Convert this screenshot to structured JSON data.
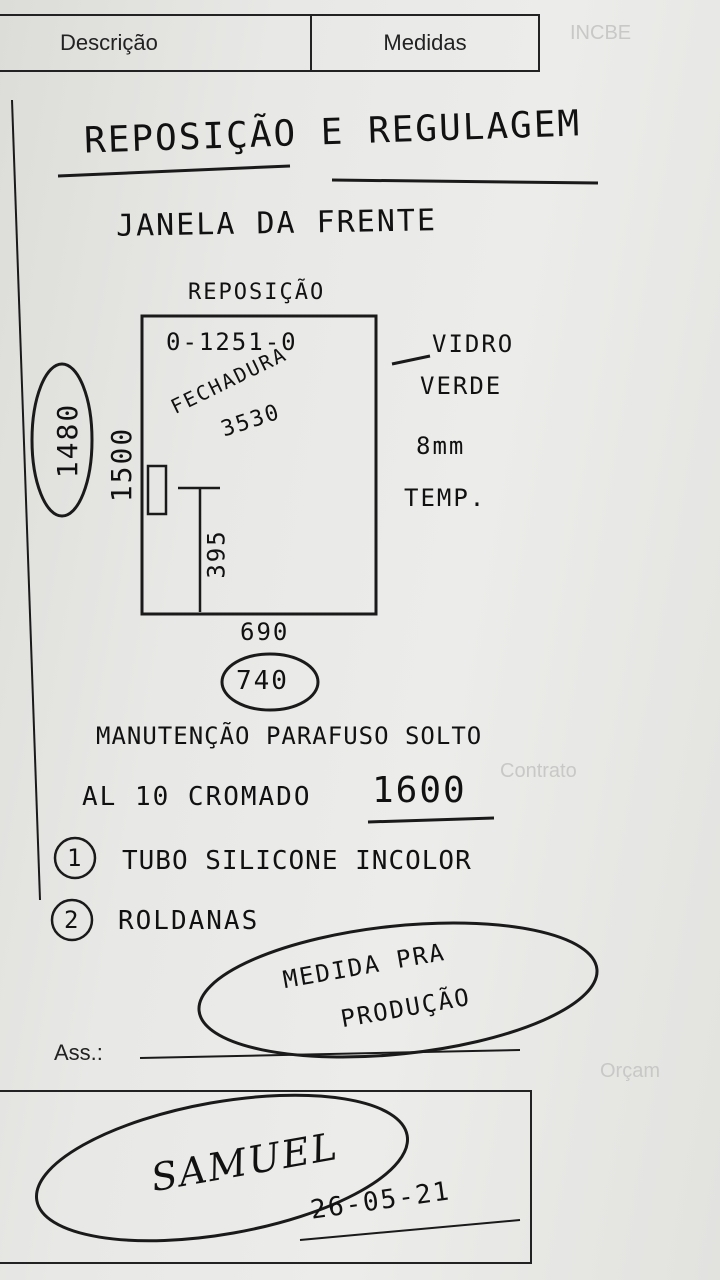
{
  "header": {
    "col_description": "Descrição",
    "col_measures": "Medidas"
  },
  "form": {
    "signature_label": "Ass.:"
  },
  "handwriting": {
    "title": "REPOSIÇÃO E REGULAGEM",
    "subtitle": "JANELA DA FRENTE",
    "diagram_label": "REPOSIÇÃO",
    "code": "0-1251-0",
    "lock_word": "FECHADURA",
    "lock_num": "3530",
    "glass_lines": [
      "VIDRO",
      "VERDE",
      "8mm",
      "TEMP."
    ],
    "height_circled": "1480",
    "height": "1500",
    "inner_height": "395",
    "width": "690",
    "width_circled": "740",
    "maintenance": "MANUTENÇÃO PARAFUSO SOLTO",
    "profile": "AL 10 CROMADO",
    "profile_num": "1600",
    "item1_num": "1",
    "item1": "TUBO SILICONE INCOLOR",
    "item2_num": "2",
    "item2": "ROLDANAS",
    "note_line1": "MEDIDA PRA",
    "note_line2": "PRODUÇÃO",
    "signature": "SAMUEL",
    "date": "26-05-21"
  },
  "ghost_text": {
    "top_right": "INCBE",
    "left_mid": "Contrato",
    "left_low": "Orçam"
  }
}
